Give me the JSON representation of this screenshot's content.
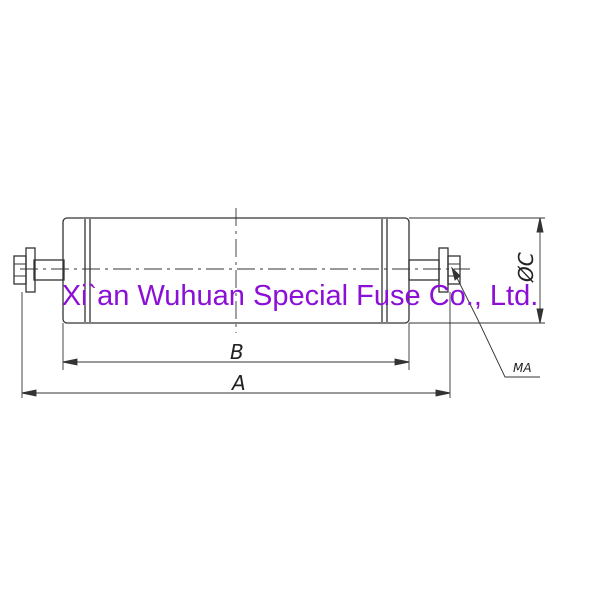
{
  "drawing": {
    "dimension_labels": {
      "overall_length": "A",
      "tube_length": "B",
      "diameter": "ØC",
      "shaft_flat": "MA"
    }
  },
  "watermark": {
    "text": "Xi`an Wuhuan Special Fuse Co., Ltd.",
    "color": "#8b0fd6"
  },
  "colors": {
    "line": "#333333",
    "watermark": "#8b0fd6"
  }
}
